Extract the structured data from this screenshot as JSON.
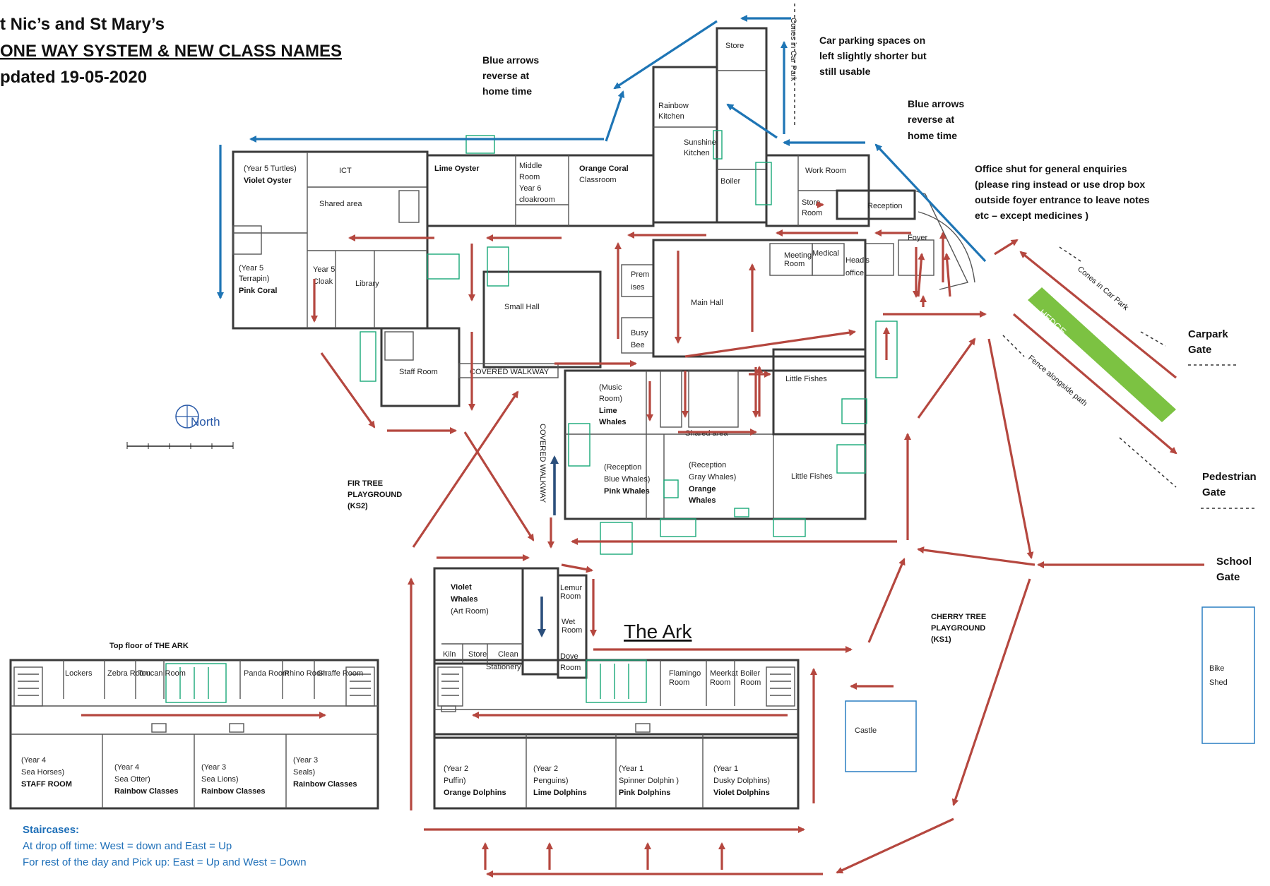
{
  "header": {
    "line1": "t Nic’s and St Mary’s",
    "line2": "ONE WAY SYSTEM & NEW CLASS NAMES",
    "line3": "pdated 19-05-2020"
  },
  "notes": {
    "blue_arrows_1": [
      "Blue arrows",
      "reverse at",
      "home time"
    ],
    "blue_arrows_2": [
      "Blue arrows",
      "reverse at",
      "home time"
    ],
    "car_parking": [
      "Car parking spaces on",
      "left slightly shorter but",
      "still usable"
    ],
    "office": [
      "Office shut for general enquiries",
      "(please ring instead or use drop box",
      "outside foyer entrance to leave notes",
      "etc – except medicines )"
    ]
  },
  "rooms": {
    "store": "Store",
    "rainbow_kitchen": [
      "Rainbow",
      "Kitchen"
    ],
    "sunshine_kitchen": [
      "Sunshine",
      "Kitchen"
    ],
    "boiler": "Boiler",
    "work_room": "Work Room",
    "store_room": [
      "Store",
      "Room"
    ],
    "reception_office": "Reception",
    "foyer": "Foyer",
    "medical": "Medical",
    "heads_office": [
      "Head's",
      "office"
    ],
    "meeting_room": [
      "Meeting",
      "Room"
    ],
    "year5_turtles": [
      "(Year 5 Turtles)",
      "Violet Oyster"
    ],
    "ict": "ICT",
    "shared_area": "Shared area",
    "lime_oyster": "Lime Oyster",
    "middle_room": [
      "Middle",
      "Room",
      "Year 6",
      "cloakroom"
    ],
    "orange_coral": [
      "Orange Coral",
      "Classroom"
    ],
    "year5_terrapin": [
      "(Year 5",
      "Terrapin)",
      "Pink Coral"
    ],
    "year5_cloak": [
      "Year 5",
      "Cloak"
    ],
    "library": "Library",
    "small_hall": "Small Hall",
    "premises": [
      "Prem",
      "ises"
    ],
    "busy_bee": [
      "Busy",
      "Bee"
    ],
    "main_hall": "Main Hall",
    "staff_room": "Staff Room",
    "covered_walkway_h": "COVERED WALKWAY",
    "covered_walkway_v": "COVERED WALKWAY",
    "music_room": [
      "(Music",
      "Room)",
      "Lime",
      "Whales"
    ],
    "little_fishes_1": "Little Fishes",
    "little_fishes_2": "Little Fishes",
    "shared_area_2": "Shared area",
    "reception_blue": [
      "(Reception",
      "Blue Whales)",
      "Pink Whales"
    ],
    "reception_grey": [
      "(Reception",
      "Gray Whales)",
      "Orange",
      "Whales"
    ],
    "fir_tree": [
      "FIR TREE",
      "PLAYGROUND",
      "(KS2)"
    ],
    "cherry_tree": [
      "CHERRY TREE",
      "PLAYGROUND",
      "(KS1)"
    ],
    "north": "North",
    "violet_whales": [
      "Violet",
      "Whales",
      "(Art Room)"
    ],
    "kiln": "Kiln",
    "store_ark": "Store",
    "clean": "Clean",
    "stationery": "Stationery",
    "lemur_room": [
      "Lemur",
      "Room"
    ],
    "wet_room": [
      "Wet",
      "Room"
    ],
    "dove_room": [
      "Dove",
      "Room"
    ],
    "flamingo": [
      "Flamingo",
      "Room"
    ],
    "meerkat": [
      "Meerkat",
      "Room"
    ],
    "boiler_room": [
      "Boiler",
      "Room"
    ],
    "the_ark": "The Ark",
    "castle": "Castle",
    "bike_shed": [
      "Bike",
      "Shed"
    ],
    "hedge": "HEDGE"
  },
  "ark_ground_classes": [
    [
      "(Year 2",
      "Puffin)",
      "Orange Dolphins"
    ],
    [
      "(Year 2",
      "Penguins)",
      "Lime Dolphins"
    ],
    [
      "(Year 1",
      "Spinner Dolphin )",
      "Pink Dolphins"
    ],
    [
      "(Year 1",
      "Dusky Dolphins)",
      "Violet Dolphins"
    ]
  ],
  "top_floor": {
    "title": "Top floor of THE ARK",
    "rooms": [
      "Lockers",
      "Zebra Room",
      "Toucan Room",
      "Panda Room",
      "Rhino Room",
      "Giraffe Room"
    ],
    "classes": [
      [
        "(Year 4",
        "Sea Horses)",
        "STAFF ROOM"
      ],
      [
        "(Year 4",
        "Sea Otter)",
        "Rainbow Classes"
      ],
      [
        "(Year 3",
        "Sea Lions)",
        "Rainbow Classes"
      ],
      [
        "(Year 3",
        "Seals)",
        "Rainbow Classes"
      ]
    ]
  },
  "gates": {
    "carpark": [
      "Carpark",
      "Gate"
    ],
    "pedestrian": [
      "Pedestrian",
      "Gate"
    ],
    "school": [
      "School",
      "Gate"
    ]
  },
  "paths": {
    "cones_top": "Cones in Car Park",
    "cones_right": "Cones in Car Park",
    "fence": "Fence alongside path"
  },
  "staircases": {
    "title": "Staircases:",
    "line1": "At drop off time: West = down and East = Up",
    "line2": "For rest of the day and Pick up: East = Up and West = Down"
  },
  "colors": {
    "one_way_arrow": "#b5473f",
    "reverse_arrow": "#1e75b5",
    "walkway_arrow": "#2b4f7c",
    "hedge": "#7cc242",
    "fixtures": "#18a878"
  }
}
